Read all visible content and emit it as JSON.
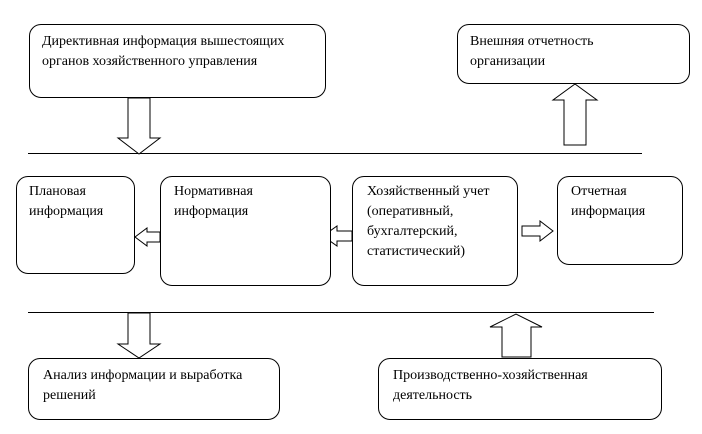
{
  "boxes": {
    "directive": "Директивная информация вышестоящих\nорганов хозяйственного управления",
    "external": "Внешняя отчетность\nорганизации",
    "planned": "Плановая\nинформация",
    "normative": "Нормативная\nинформация",
    "accounting": "Хозяйственный учет\n(оперативный,\nбухгалтерский,\nстатистический)",
    "reporting": "Отчетная\nинформация",
    "analysis": "Анализ информации и выработка\nрешений",
    "production": "Производственно-хозяйственная\nдеятельность"
  }
}
